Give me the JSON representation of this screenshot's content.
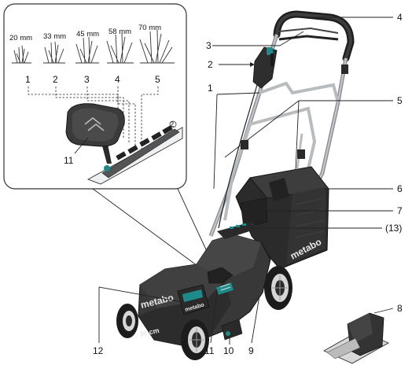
{
  "inset": {
    "heights": [
      {
        "mm": "20 mm",
        "num": "1"
      },
      {
        "mm": "33 mm",
        "num": "2"
      },
      {
        "mm": "45 mm",
        "num": "3"
      },
      {
        "mm": "58 mm",
        "num": "4"
      },
      {
        "mm": "70 mm",
        "num": "5"
      }
    ],
    "lever_label": "11",
    "lever_mark": "2"
  },
  "callouts": {
    "c1": "1",
    "c2": "2",
    "c3": "3",
    "c4": "4",
    "c5": "5",
    "c6": "6",
    "c7": "7",
    "c8": "8",
    "c9": "9",
    "c10": "10",
    "c11": "11",
    "c12": "12",
    "c13": "(13)"
  },
  "branding": {
    "logo_housing": "metabo",
    "logo_battery": "metabo",
    "deck_size": "36 cm",
    "battery_brand": "metabo"
  },
  "colors": {
    "body": "#3a3a3a",
    "dark": "#262626",
    "accent": "#1e8a8a",
    "steel": "#b9bcbf"
  }
}
